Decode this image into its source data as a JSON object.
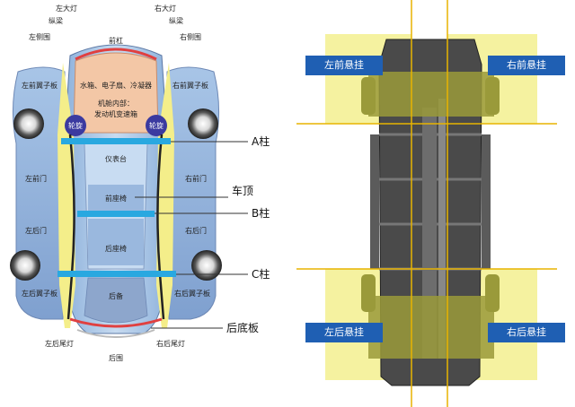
{
  "car_diagram": {
    "labels": {
      "front_bumper": "前杠",
      "left_headlight": "左大灯",
      "right_headlight": "右大灯",
      "left_rail": "纵梁",
      "right_rail": "纵梁",
      "left_fender": "左侧围",
      "right_fender": "右侧围",
      "left_front_fender_panel": "左前翼子板",
      "right_front_fender_panel": "右前翼子板",
      "radiator": "水箱、电子扇、冷凝器",
      "engine_bay": "机舱内部：",
      "engine_gearbox": "发动机变速箱",
      "left_wheel_arch": "轮旋",
      "right_wheel_arch": "轮旋",
      "dashboard": "仪表台",
      "front_seat": "前座椅",
      "rear_seat": "后座椅",
      "trunk": "后备",
      "left_front_door": "左前门",
      "right_front_door": "右前门",
      "left_rear_door": "左后门",
      "right_rear_door": "右后门",
      "left_rear_fender_panel": "左后翼子板",
      "right_rear_fender_panel": "右后翼子板",
      "left_taillight": "左后尾灯",
      "right_taillight": "右后尾灯",
      "rear_bumper": "后围"
    },
    "callouts": {
      "a_pillar": "A柱",
      "roof": "车顶",
      "b_pillar": "B柱",
      "c_pillar": "C柱",
      "rear_floor": "后底板"
    }
  },
  "chassis_diagram": {
    "left_front_suspension": "左前悬挂",
    "right_front_suspension": "右前悬挂",
    "left_rear_suspension": "左后悬挂",
    "right_rear_suspension": "右后悬挂"
  },
  "colors": {
    "pillar_bar": "#29a8e0",
    "body_blue": "#a9c6e6",
    "engine_peach": "#f3c7a6",
    "highlight_yellow": "#f4ee8a",
    "suspension_box": "#f5f2a0",
    "label_blue": "#1f5fb3",
    "guide_line": "#e8b400"
  }
}
